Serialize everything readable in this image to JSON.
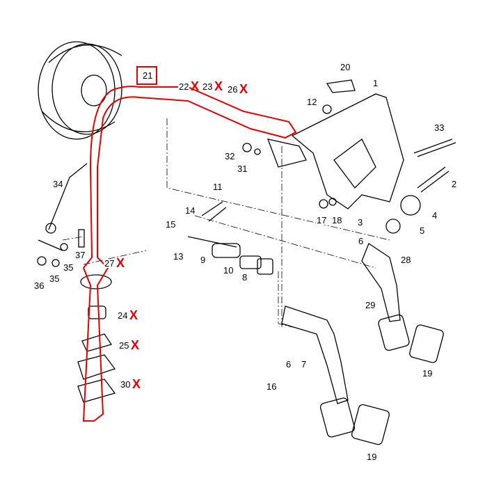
{
  "title": "Pedal assembly and clutch cable exploded parts diagram",
  "colors": {
    "line": "#000000",
    "highlight": "#e00000"
  },
  "labels": {
    "l21": "21",
    "l20": "20",
    "l1": "1",
    "l12": "12",
    "l33": "33",
    "l32": "32",
    "l31": "31",
    "l11": "11",
    "l2": "2",
    "l34": "34",
    "l14": "14",
    "l15": "15",
    "l17": "17",
    "l18": "18",
    "l4": "4",
    "l3": "3",
    "l5": "5",
    "l6a": "6",
    "l13": "13",
    "l9": "9",
    "l10": "10",
    "l8": "8",
    "l28": "28",
    "l37": "37",
    "l35a": "35",
    "l36": "36",
    "l35b": "35",
    "l29": "29",
    "l16": "16",
    "l6b": "6",
    "l7": "7",
    "l19a": "19",
    "l19b": "19",
    "x1": "22",
    "x2": "23",
    "x3": "26",
    "x4": "27",
    "x5": "24",
    "x6": "25",
    "x7": "30"
  },
  "crossed_mark": "X"
}
